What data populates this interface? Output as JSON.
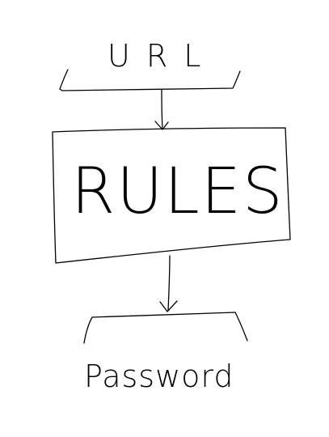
{
  "diagram": {
    "input_label": "URL",
    "process_label": "RULES",
    "output_label": "Password"
  }
}
